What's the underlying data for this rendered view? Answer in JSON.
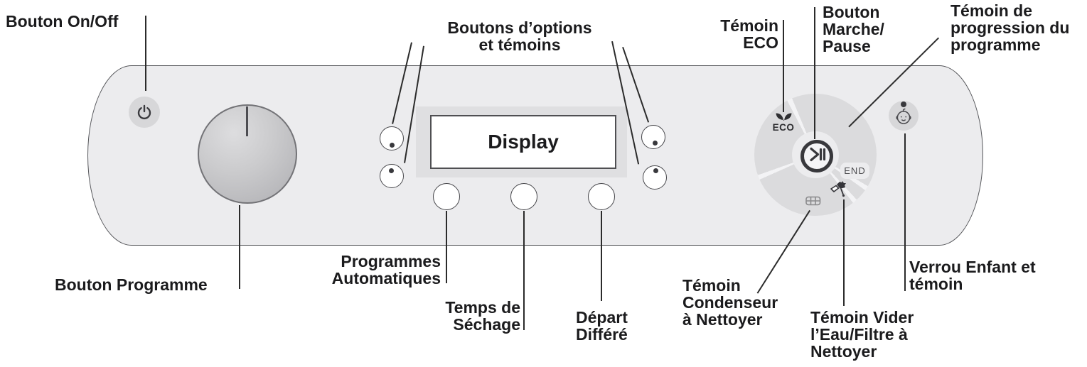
{
  "callouts": {
    "on_off": "Bouton On/Off",
    "options": [
      "Boutons d’options",
      "et témoins"
    ],
    "temoin_eco": [
      "Témoin",
      "ECO"
    ],
    "marche_pause": [
      "Bouton",
      "Marche/",
      "Pause"
    ],
    "progression": [
      "Témoin de",
      "progression du",
      "programme"
    ],
    "programme": "Bouton Programme",
    "prog_auto": [
      "Programmes",
      "Automatiques"
    ],
    "temps_sechage": [
      "Temps de",
      "Séchage"
    ],
    "depart_differe": [
      "Départ",
      "Différé"
    ],
    "condenseur": [
      "Témoin",
      "Condenseur",
      "à Nettoyer"
    ],
    "vider": [
      "Témoin Vider",
      "l’Eau/Filtre à",
      "Nettoyer"
    ],
    "verrou": [
      "Verrou Enfant et",
      "témoin"
    ]
  },
  "panel": {
    "display_text": "Display",
    "eco_label": "ECO",
    "end_label": "END"
  },
  "icons": {
    "power": "power-icon",
    "eco": "eco-leaves-icon",
    "start_pause": "play-pause-icon",
    "condenser": "condenser-icon",
    "drain_filter": "drain-filter-icon",
    "child_lock": "baby-face-icon",
    "indicator_led": "led-dot"
  },
  "colors": {
    "panel": "#ececee",
    "display_pad": "#dfdfe1",
    "dial_segment": "#dbdbdd",
    "gray_button": "#d7d7d9",
    "ink": "#1b1b1d",
    "leader_line": "#2b2b2b"
  }
}
